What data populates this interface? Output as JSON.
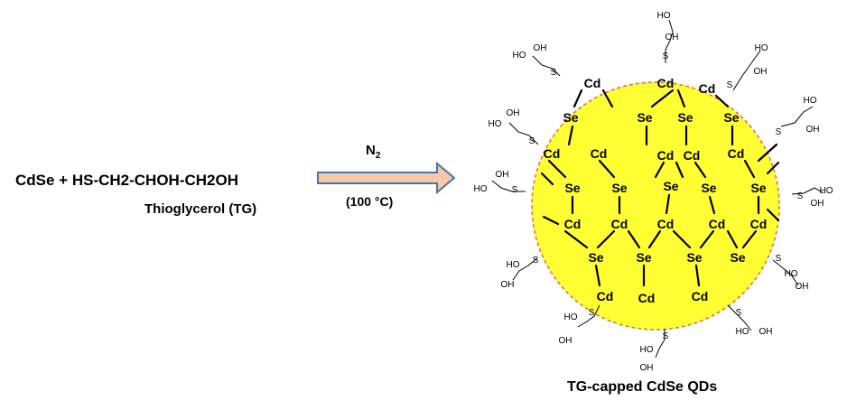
{
  "reaction": {
    "equation": "CdSe + HS-CH2-CHOH-CH2OH",
    "reagent_name": "Thioglycerol (TG)",
    "gas_main": "N",
    "gas_sub": "2",
    "temperature": "(100 °C)"
  },
  "particle": {
    "caption": "TG-capped CdSe QDs",
    "core_color": "#ffff33",
    "border_color": "#e06a3a",
    "arrow_fill": "#f5c8a8",
    "arrow_stroke": "#4a73b0"
  },
  "labels": {
    "cd": "Cd",
    "se": "Se",
    "s": "S",
    "ho": "HO",
    "oh": "OH"
  }
}
